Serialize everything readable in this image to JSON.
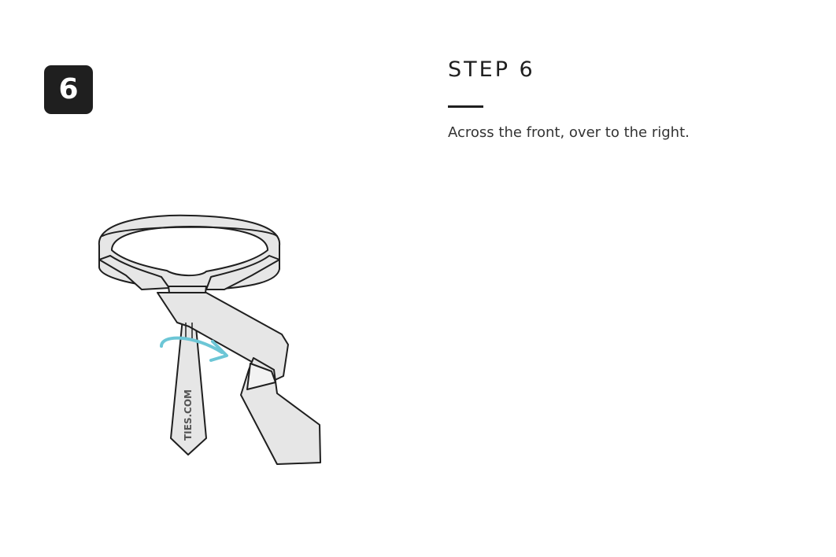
{
  "badge": {
    "number": "6"
  },
  "step": {
    "title": "STEP 6",
    "description": "Across the front, over to the right."
  },
  "illustration": {
    "watermark": "TIES.COM",
    "arrow_color": "#6cc6d6",
    "tie_fill": "#e6e6e6",
    "outline_color": "#1f1f1f"
  }
}
